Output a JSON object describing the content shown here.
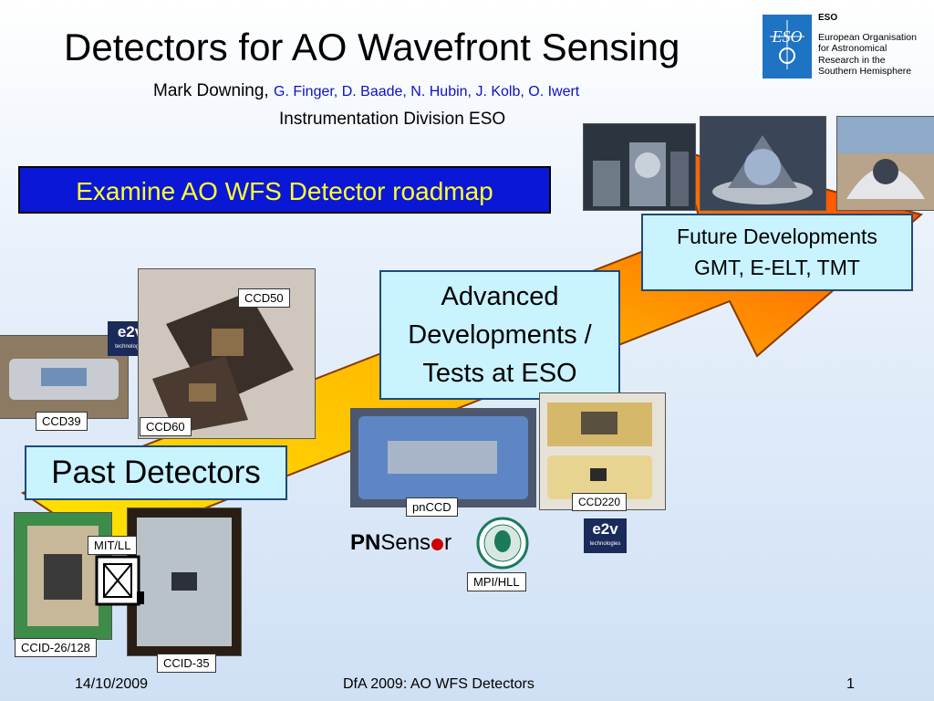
{
  "slide": {
    "title": "Detectors for AO Wavefront Sensing",
    "presenter": "Mark Downing, ",
    "coauthors": "G. Finger, D. Baade, N. Hubin, J. Kolb, O. Iwert",
    "division": "Instrumentation Division ESO",
    "roadmap_box": "Examine AO WFS Detector roadmap"
  },
  "eso": {
    "logo_text": "ESO",
    "header": "ESO",
    "lines": [
      "European Organisation",
      "for Astronomical",
      "Research in the",
      "Southern Hemisphere"
    ]
  },
  "callouts": {
    "future_line1": "Future Developments",
    "future_line2": "GMT, E-ELT, TMT",
    "advanced_line1": "Advanced",
    "advanced_line2": "Developments /",
    "advanced_line3": "Tests at ESO",
    "past": "Past Detectors"
  },
  "labels": {
    "ccd50": "CCD50",
    "ccd39": "CCD39",
    "ccd60": "CCD60",
    "pnccd": "pnCCD",
    "ccd220": "CCD220",
    "mpi_hll": "MPI/HLL",
    "mit_ll": "MIT/LL",
    "ccid26": "CCID-26/128",
    "ccid35": "CCID-35"
  },
  "logos": {
    "e2v": "e2v",
    "e2v_sub": "technologies",
    "pnsensor_pn": "PN",
    "pnsensor_rest": "Sens",
    "pnsensor_end": "r"
  },
  "footer": {
    "date": "14/10/2009",
    "event": "DfA 2009: AO WFS Detectors",
    "page": "1"
  },
  "colors": {
    "arrow_start": "#ffe600",
    "arrow_end": "#ff3d00",
    "roadmap_bg": "#0b17d6",
    "roadmap_text": "#ffff33",
    "callout_bg": "#c9f3ff"
  }
}
